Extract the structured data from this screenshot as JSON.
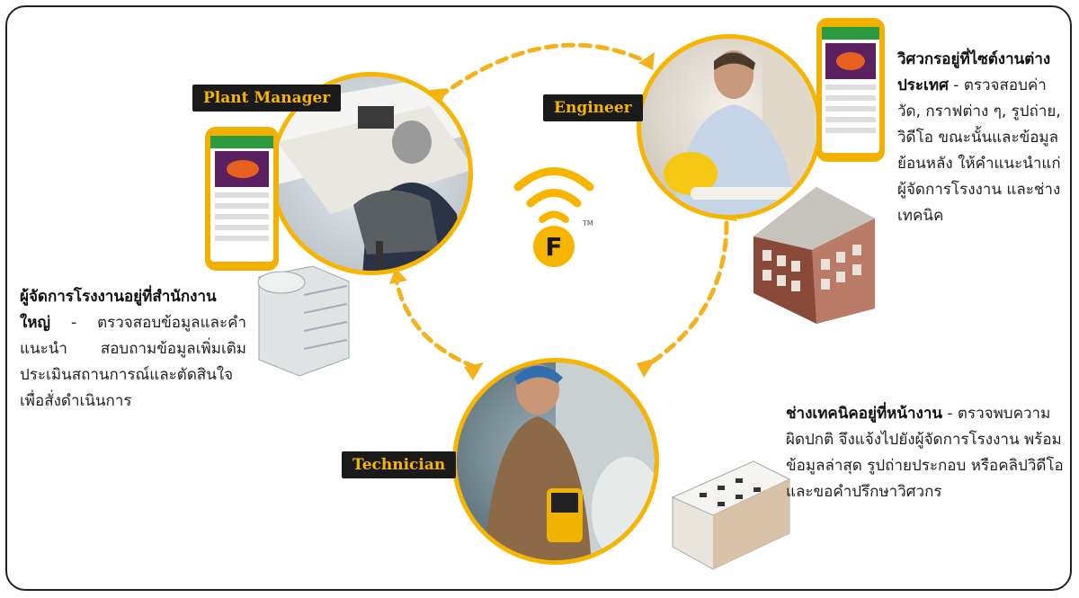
{
  "roles": {
    "plant_manager": "Plant Manager",
    "engineer": "Engineer",
    "technician": "Technician"
  },
  "logo": {
    "letter": "F",
    "trademark": "TM"
  },
  "descriptions": {
    "plant_manager": {
      "lead": "ผู้จัดการโรงงานอยู่ที่สำนักงานใหญ่",
      "body": " - ตรวจสอบข้อมูลและคำแนะนำ สอบถามข้อมูลเพิ่มเติม ประเมินสถานการณ์และตัดสินใจเพื่อสั่งดำเนินการ"
    },
    "engineer": {
      "lead": "วิศวกรอยู่ที่ไซต์งานต่างประเทศ",
      "body": " - ตรวจสอบค่าวัด, กราฟต่าง ๆ, รูปถ่าย, วิดีโอ ขณะนั้นและข้อมูลย้อนหลัง ให้คำแนะนำแก่ผู้จัดการโรงงาน และช่างเทคนิค"
    },
    "technician": {
      "lead": "ช่างเทคนิคอยู่ที่หน้างาน",
      "body": " - ตรวจพบความผิดปกติ จึงแจ้งไปยังผู้จัดการโรงงาน พร้อมข้อมูลล่าสุด รูปถ่ายประกอบ หรือคลิปวิดีโอ และขอคำปรึกษาวิศวกร"
    }
  },
  "colors": {
    "accent": "#f7b500",
    "dark": "#1a1a1a"
  }
}
